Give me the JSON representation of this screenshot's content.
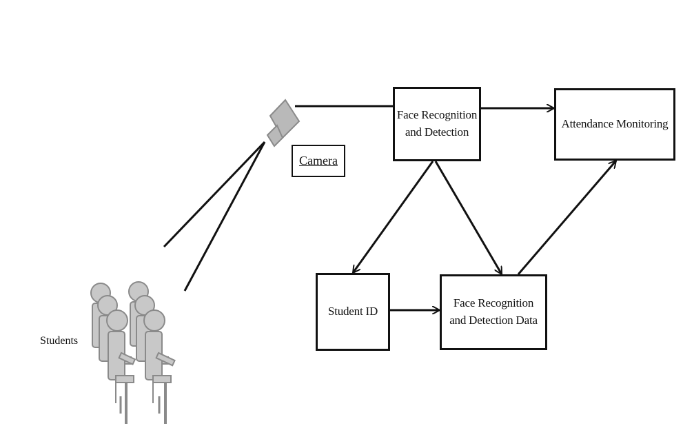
{
  "diagram": {
    "nodes": {
      "face_recognition": "Face Recognition\nand Detection",
      "attendance_monitoring": "Attendance Monitoring",
      "student_id": "Student ID",
      "face_recognition_data": "Face Recognition\nand Detection Data"
    },
    "camera_label": "Camera",
    "students_label": "Students",
    "edges": [
      {
        "from": "camera",
        "to": "face_recognition"
      },
      {
        "from": "face_recognition",
        "to": "attendance_monitoring"
      },
      {
        "from": "face_recognition",
        "to": "student_id"
      },
      {
        "from": "face_recognition",
        "to": "face_recognition_data"
      },
      {
        "from": "student_id",
        "to": "face_recognition_data"
      },
      {
        "from": "face_recognition_data",
        "to": "attendance_monitoring"
      },
      {
        "from": "students",
        "to": "camera"
      }
    ],
    "colors": {
      "line": "#111111",
      "figure_fill": "#c8c8c8",
      "figure_stroke": "#8a8a8a",
      "camera_fill": "#b9b9b9"
    }
  }
}
